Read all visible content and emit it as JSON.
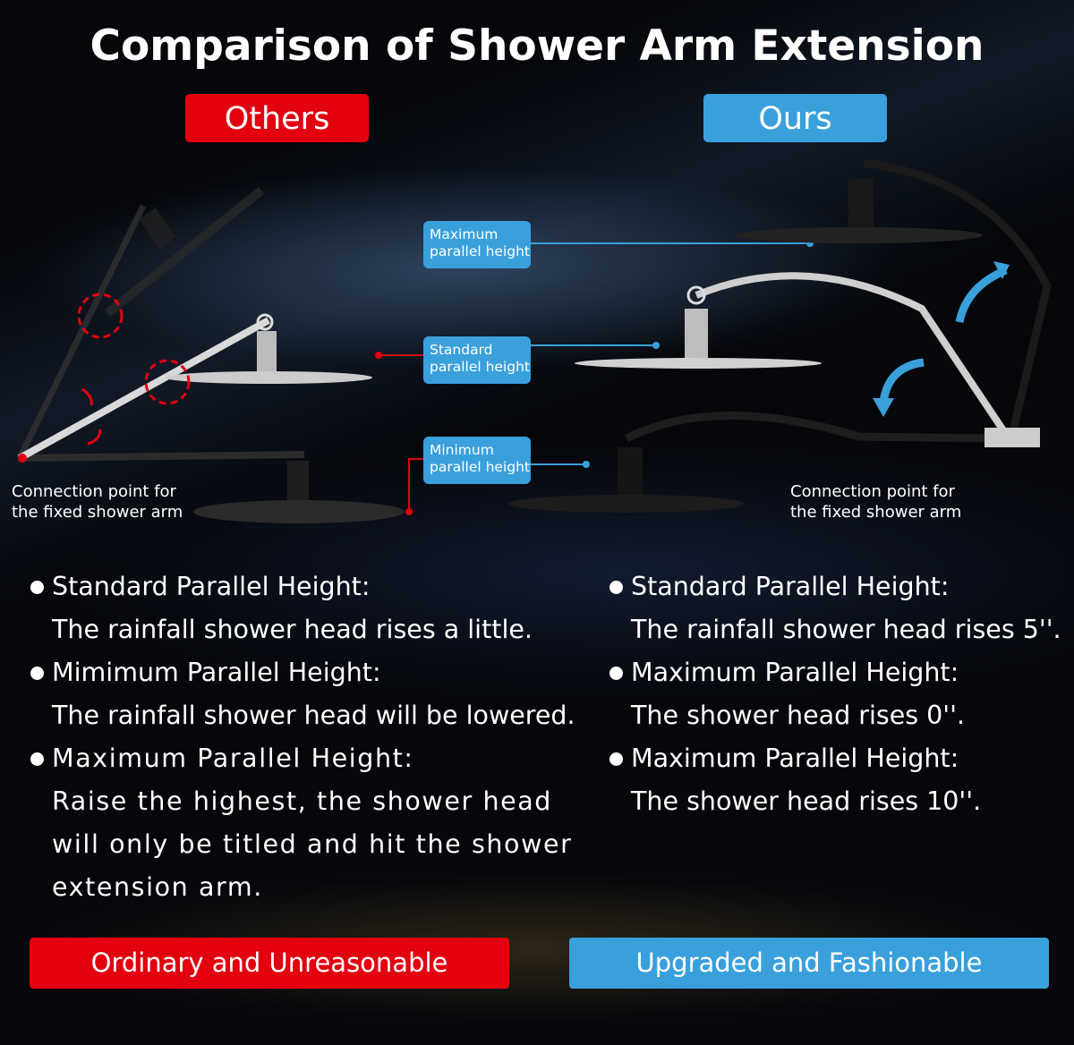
{
  "title": "Comparison of Shower Arm Extension",
  "tags": {
    "others": "Others",
    "ours": "Ours"
  },
  "labels": {
    "maximum": "Maximum parallel height",
    "standard": "Standard parallel height",
    "minimum": "Minimum parallel height"
  },
  "captions": {
    "left": "Connection point for the fixed shower arm",
    "right": "Connection point for the fixed shower arm"
  },
  "others_points": [
    {
      "heading": "Standard Parallel Height:",
      "text": [
        "The rainfall shower head rises a little."
      ]
    },
    {
      "heading": "Mimimum Parallel Height:",
      "text": [
        "The rainfall shower head will be lowered."
      ]
    },
    {
      "heading": "Maximum Parallel Height:",
      "text": [
        "Raise the highest, the shower head",
        "will only be titled and hit the shower",
        "extension arm."
      ]
    }
  ],
  "ours_points": [
    {
      "heading": "Standard Parallel Height:",
      "text": [
        "The rainfall shower head rises 5''."
      ]
    },
    {
      "heading": "Maximum Parallel Height:",
      "text": [
        "The shower head rises 0''."
      ]
    },
    {
      "heading": "Maximum Parallel Height:",
      "text": [
        "The shower head rises 10''."
      ]
    }
  ],
  "buttons": {
    "others": "Ordinary and Unreasonable",
    "ours": "Upgraded and Fashionable"
  },
  "colors": {
    "red": "#e3000f",
    "blue": "#3aa0dc"
  }
}
